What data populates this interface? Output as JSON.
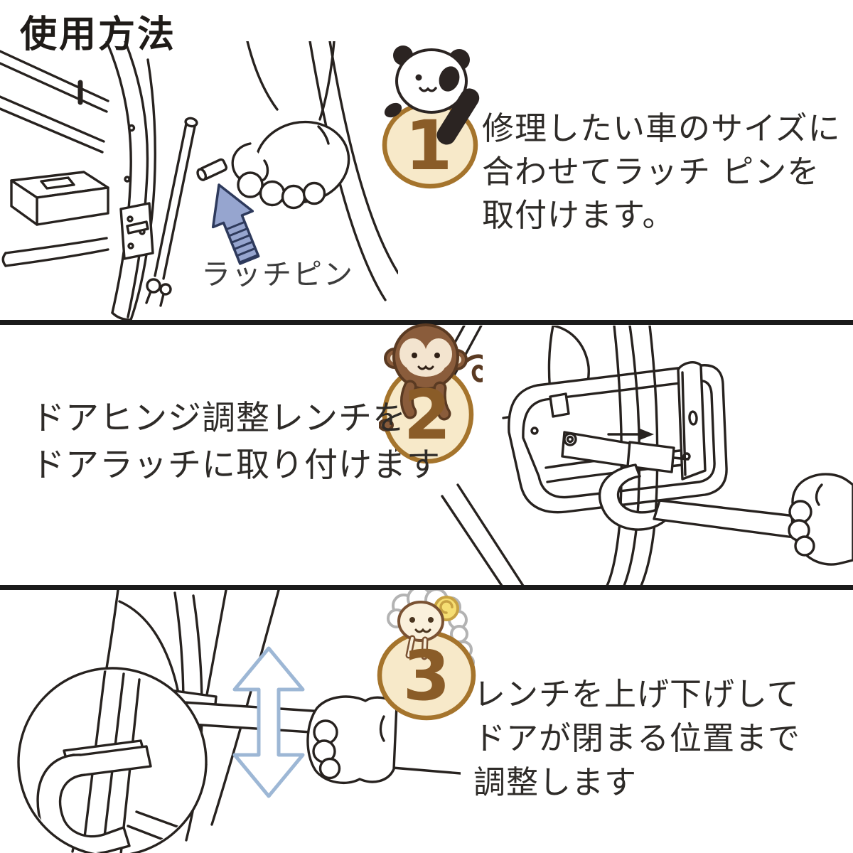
{
  "page": {
    "title": "使用方法"
  },
  "colors": {
    "title": "#1f1b18",
    "text": "#2e2b28",
    "divider": "#1b1b1b",
    "line_art": "#27221f",
    "badge_fill": "#f7e9c9",
    "badge_border": "#a5742c",
    "badge_number": "#8a5c28",
    "pin_fill": "#96a5cf",
    "pin_border": "#2e3a5c",
    "updown_arrow_outline": "#9db7d5",
    "panda_black": "#2b2422",
    "monkey_body": "#8a5c3b",
    "monkey_outline": "#5a3a22",
    "monkey_face": "#f3e4cf",
    "sheep_wool_outline": "#b3b3b3",
    "sheep_face_fill": "#faf0dc",
    "sheep_outline": "#7a5233",
    "sheep_horn_fill": "#f6de73",
    "sheep_horn_outline": "#c8a243"
  },
  "steps": [
    {
      "number": "1",
      "mascot": "panda",
      "lines": [
        "修理したい車のサイズに",
        "合わせてラッチ ピンを",
        "取付けます。"
      ],
      "callout_label": "ラッチピン"
    },
    {
      "number": "2",
      "mascot": "monkey",
      "lines": [
        "ドアヒンジ調整レンチを",
        "ドアラッチに取り付けます"
      ]
    },
    {
      "number": "3",
      "mascot": "sheep",
      "lines": [
        "レンチを上げ下げして",
        "ドアが閉まる位置まで",
        "調整します"
      ]
    }
  ]
}
